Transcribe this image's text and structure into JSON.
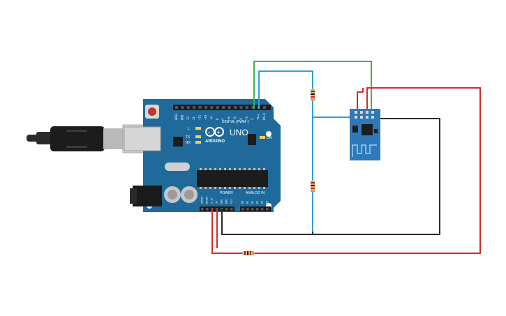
{
  "board": {
    "logo_text": "ARDUINO",
    "model": "UNO",
    "digital_label": "DIGITAL (PWM~)",
    "power_label": "POWER",
    "analog_label": "ANALOG IN",
    "led_labels": [
      "L",
      "TX",
      "RX"
    ],
    "on_label": "ON",
    "digital_pins": [
      "AREF",
      "GND",
      "13",
      "12",
      "~11",
      "~10",
      "~9",
      "8",
      "7",
      "~6",
      "~5",
      "4",
      "~3",
      "2",
      "TX→1",
      "RX←0"
    ],
    "power_pins": [
      "IOREF",
      "RESET",
      "3.3V",
      "5V",
      "GND",
      "GND",
      "Vin"
    ],
    "analog_pins": [
      "A0",
      "A1",
      "A2",
      "A3",
      "A4",
      "A5"
    ]
  },
  "colors": {
    "board": "#1f6a9b",
    "wire_green": "#3db34a",
    "wire_blue": "#2aa3d8",
    "wire_black": "#2b2b2b",
    "wire_red": "#d22b2b",
    "module": "#2e79b8",
    "led_red": "#e0352b"
  },
  "icons": {
    "usb_cable": "usb-cable-icon",
    "resistor": "resistor-icon",
    "wifi_module": "esp8266-module-icon"
  }
}
